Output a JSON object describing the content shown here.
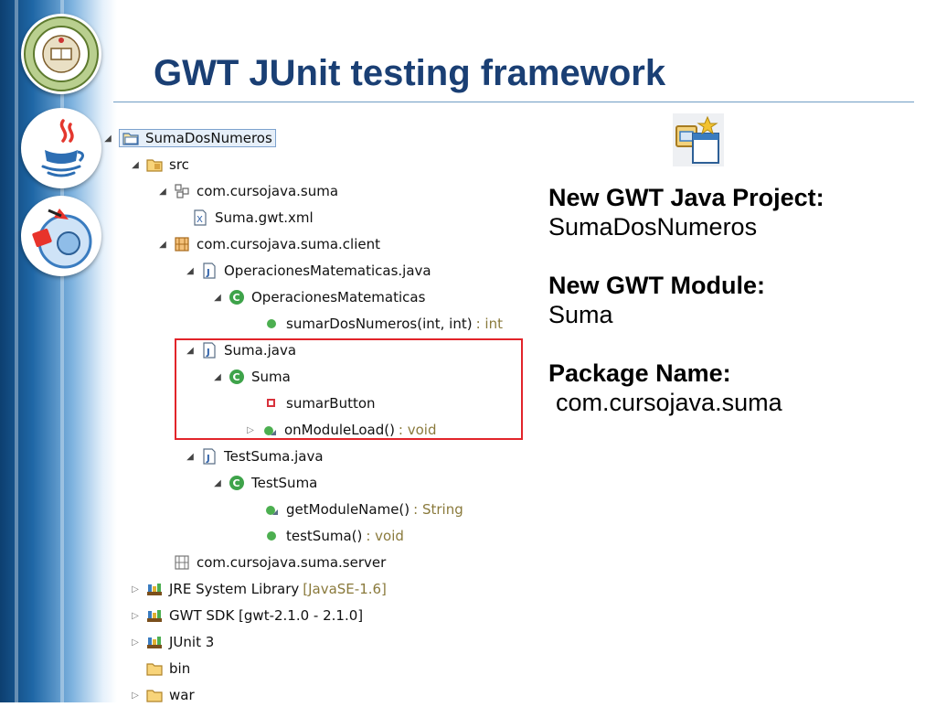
{
  "slide": {
    "title": "GWT JUnit testing framework"
  },
  "tree": {
    "project": "SumaDosNumeros",
    "src": "src",
    "pkg_suma": "com.cursojava.suma",
    "suma_gwt_xml": "Suma.gwt.xml",
    "pkg_client": "com.cursojava.suma.client",
    "ops_java": "OperacionesMatematicas.java",
    "ops_class": "OperacionesMatematicas",
    "ops_method": "sumarDosNumeros(int, int)",
    "ops_method_type": ": int",
    "suma_java": "Suma.java",
    "suma_class": "Suma",
    "suma_field": "sumarButton",
    "suma_method": "onModuleLoad()",
    "suma_method_type": ": void",
    "test_java": "TestSuma.java",
    "test_class": "TestSuma",
    "test_method1": "getModuleName()",
    "test_method1_type": ": String",
    "test_method2": "testSuma()",
    "test_method2_type": ": void",
    "pkg_server": "com.cursojava.suma.server",
    "jre": "JRE System Library",
    "jre_type": "[JavaSE-1.6]",
    "gwt_sdk": "GWT SDK [gwt-2.1.0 - 2.1.0]",
    "junit": "JUnit 3",
    "bin": "bin",
    "war": "war"
  },
  "panel": {
    "project_heading": "New GWT Java Project:",
    "project_value": "SumaDosNumeros",
    "module_heading": "New GWT Module:",
    "module_value": "Suma",
    "package_heading": "Package Name:",
    "package_value": "com.cursojava.suma"
  },
  "colors": {
    "title": "#1a3f74",
    "highlight_border": "#e2242a",
    "type_annotation": "#8a7a3c"
  },
  "icons": {
    "logo_top": "university-seal-icon",
    "logo_mid": "java-coffee-icon",
    "logo_bottom": "gwt-toolbox-icon",
    "wizard": "new-gwt-project-wizard-icon"
  }
}
